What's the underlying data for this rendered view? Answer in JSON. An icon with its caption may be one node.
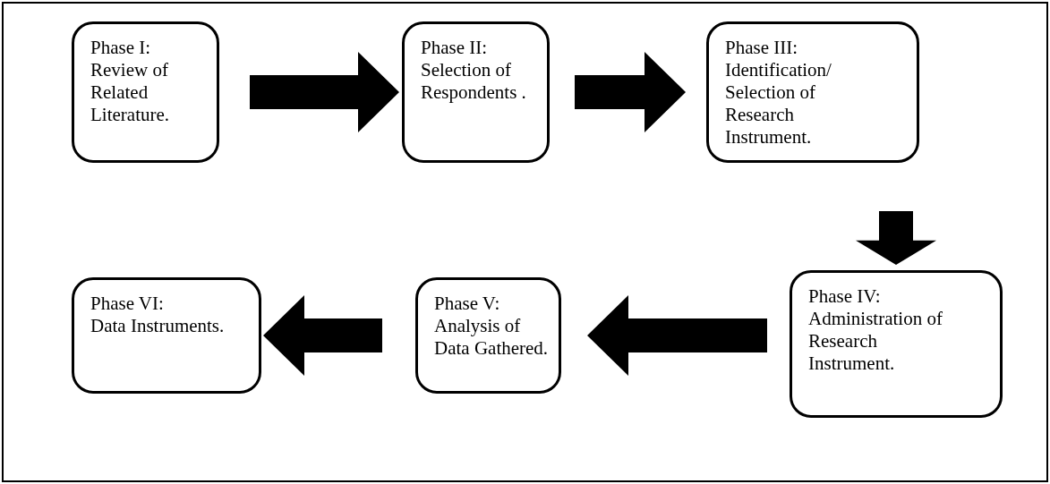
{
  "diagram": {
    "nodes": [
      {
        "text": [
          "Phase I:",
          "Review of Related Literature."
        ]
      },
      {
        "text": [
          "Phase II:",
          "Selection of Respondents ."
        ]
      },
      {
        "text": [
          "Phase III:",
          "Identification/ Selection of Research Instrument."
        ]
      },
      {
        "text": [
          "Phase IV:",
          "Administration of Research Instrument."
        ]
      },
      {
        "text": [
          "Phase V:",
          "Analysis of Data Gathered."
        ]
      },
      {
        "text": [
          "Phase VI:",
          "Data Instruments."
        ]
      }
    ],
    "edges": [
      {
        "from": 0,
        "to": 1,
        "arrow": "to",
        "style": "thick"
      },
      {
        "from": 1,
        "to": 2,
        "arrow": "to",
        "style": "thick"
      },
      {
        "from": 2,
        "to": 3,
        "arrow": "to",
        "style": "thick"
      },
      {
        "from": 3,
        "to": 4,
        "arrow": "to",
        "style": "thick"
      },
      {
        "from": 4,
        "to": 5,
        "arrow": "to",
        "style": "thick"
      }
    ]
  }
}
